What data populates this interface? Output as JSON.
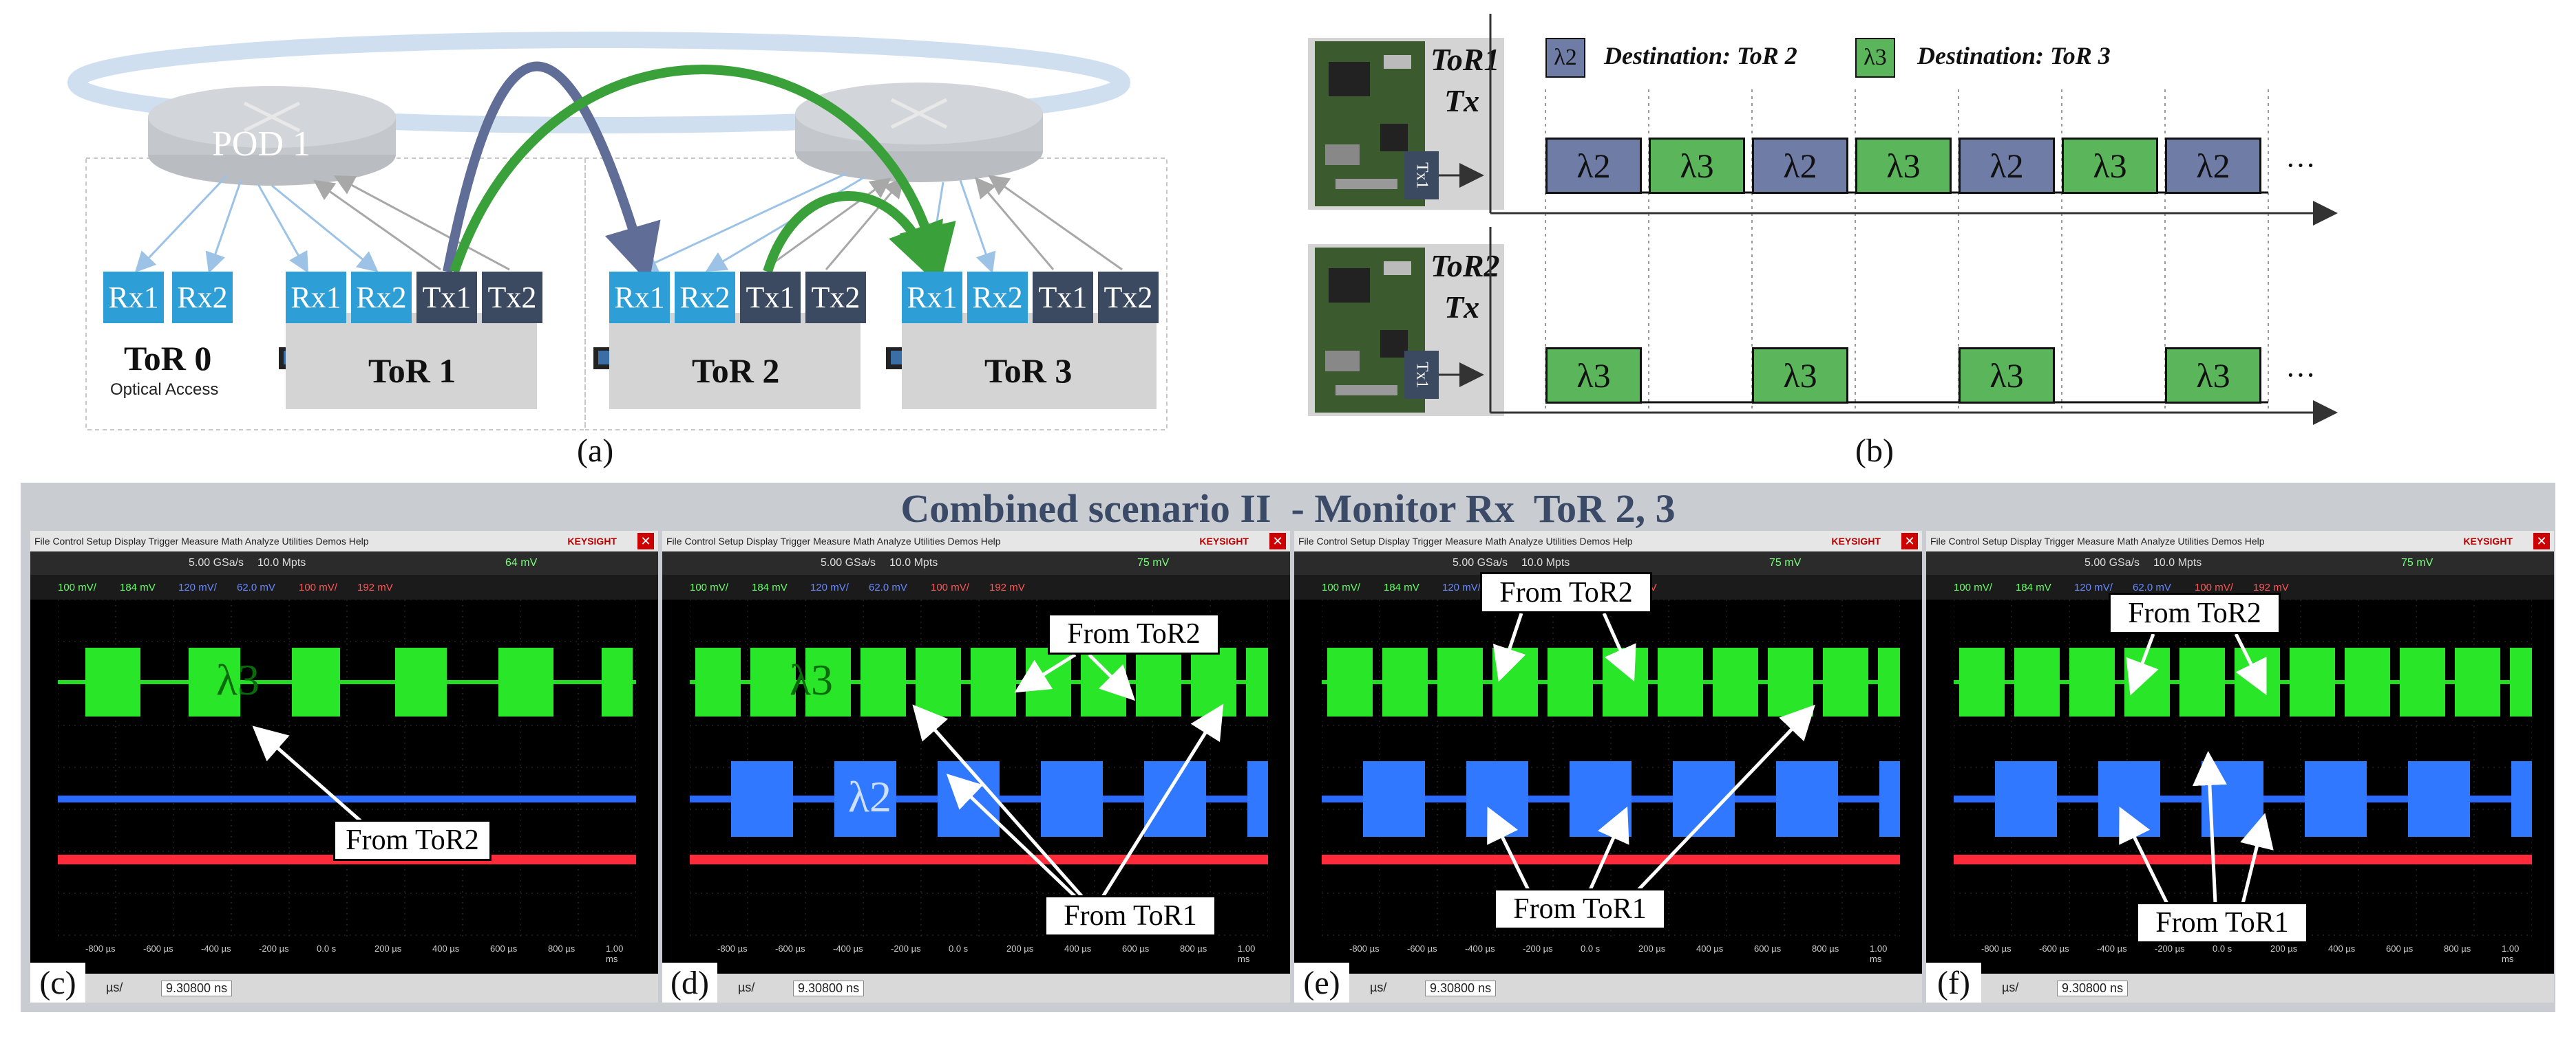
{
  "panel_a": {
    "label": "(a)",
    "pod_label": "POD 1",
    "tors": [
      {
        "name": "ToR 0",
        "sub": "Optical Access",
        "ports": [
          "Rx1",
          "Rx2"
        ]
      },
      {
        "name": "ToR 1",
        "ports": [
          "Rx1",
          "Rx2",
          "Tx1",
          "Tx2"
        ]
      },
      {
        "name": "ToR 2",
        "ports": [
          "Rx1",
          "Rx2",
          "Tx1",
          "Tx2"
        ]
      },
      {
        "name": "ToR 3",
        "ports": [
          "Rx1",
          "Rx2",
          "Tx1",
          "Tx2"
        ]
      }
    ]
  },
  "panel_b": {
    "label": "(b)",
    "legend": [
      {
        "symbol": "λ2",
        "text": "Destination: ToR 2",
        "color": "#6f7ca6"
      },
      {
        "symbol": "λ3",
        "text": "Destination: ToR 3",
        "color": "#5bb55a"
      }
    ],
    "rows": [
      {
        "line1": "ToR1",
        "line2": "Tx",
        "tx_tag": "Tx1",
        "slots": [
          "λ2",
          "λ3",
          "λ2",
          "λ3",
          "λ2",
          "λ3",
          "λ2"
        ],
        "ellipsis": "···"
      },
      {
        "line1": "ToR2",
        "line2": "Tx",
        "tx_tag": "Tx1",
        "slots": [
          "λ3",
          "",
          "λ3",
          "",
          "λ3",
          "",
          "λ3"
        ],
        "ellipsis": "···"
      }
    ]
  },
  "banner": {
    "title": "Combined scenario II  - Monitor Rx  ToR 2, 3"
  },
  "scope_common": {
    "menu": "File  Control  Setup  Display  Trigger  Measure  Math  Analyze  Utilities  Demos  Help",
    "brand": "KEYSIGHT",
    "sample_rate": "5.00 GSa/s",
    "memory": "10.0 Mpts",
    "ch1": "100 mV/",
    "ch1_offset": "184 mV",
    "ch2": "120 mV/",
    "ch2_offset": "62.0 mV",
    "ch3": "100 mV/",
    "ch3_offset": "192 mV",
    "time_scale": "µs/",
    "time_delay": "9.30800 ns",
    "x_ticks": [
      "-800 µs",
      "-600 µs",
      "-400 µs",
      "-200 µs",
      "0.0 s",
      "200 µs",
      "400 µs",
      "600 µs",
      "800 µs",
      "1.00 ms"
    ]
  },
  "scopes": [
    {
      "tag": "(c)",
      "trigger": "64 mV",
      "lambda_green": "λ3",
      "lambda_blue": "",
      "callouts": [
        "From ToR2"
      ]
    },
    {
      "tag": "(d)",
      "trigger": "75 mV",
      "lambda_green": "λ3",
      "lambda_blue": "λ2",
      "callouts": [
        "From ToR2",
        "From ToR1"
      ]
    },
    {
      "tag": "(e)",
      "trigger": "75 mV",
      "lambda_green": "",
      "lambda_blue": "",
      "callouts": [
        "From ToR2",
        "From ToR1"
      ]
    },
    {
      "tag": "(f)",
      "trigger": "75 mV",
      "lambda_green": "",
      "lambda_blue": "",
      "callouts": [
        "From ToR2",
        "From ToR1"
      ]
    }
  ]
}
